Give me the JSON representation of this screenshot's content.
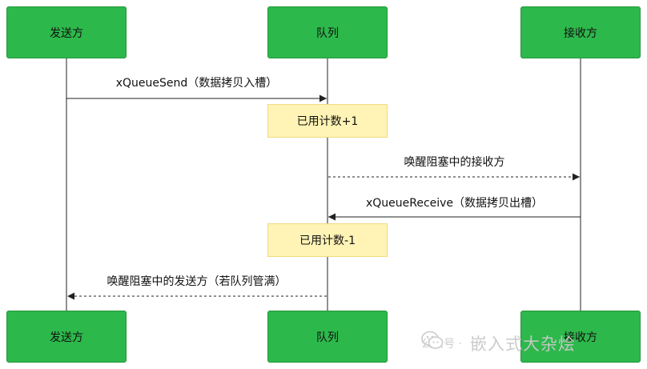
{
  "actors": {
    "sender": "发送方",
    "queue": "队列",
    "receiver": "接收方"
  },
  "messages": [
    {
      "label": "xQueueSend（数据拷贝入槽）",
      "from": "sender",
      "to": "queue",
      "style": "solid"
    },
    {
      "label": "唤醒阻塞中的接收方",
      "from": "queue",
      "to": "receiver",
      "style": "dashed"
    },
    {
      "label": "xQueueReceive（数据拷贝出槽）",
      "from": "receiver",
      "to": "queue",
      "style": "solid"
    },
    {
      "label": "唤醒阻塞中的发送方（若队列管满）",
      "from": "queue",
      "to": "sender",
      "style": "dashed"
    }
  ],
  "notes": [
    {
      "label": "已用计数+1"
    },
    {
      "label": "已用计数-1"
    }
  ],
  "watermark": {
    "source": "公众号 ·",
    "name": "嵌入式大杂烩"
  },
  "colors": {
    "actor_fill": "#2db84b",
    "note_fill": "#fff3b5",
    "line": "#222222"
  }
}
